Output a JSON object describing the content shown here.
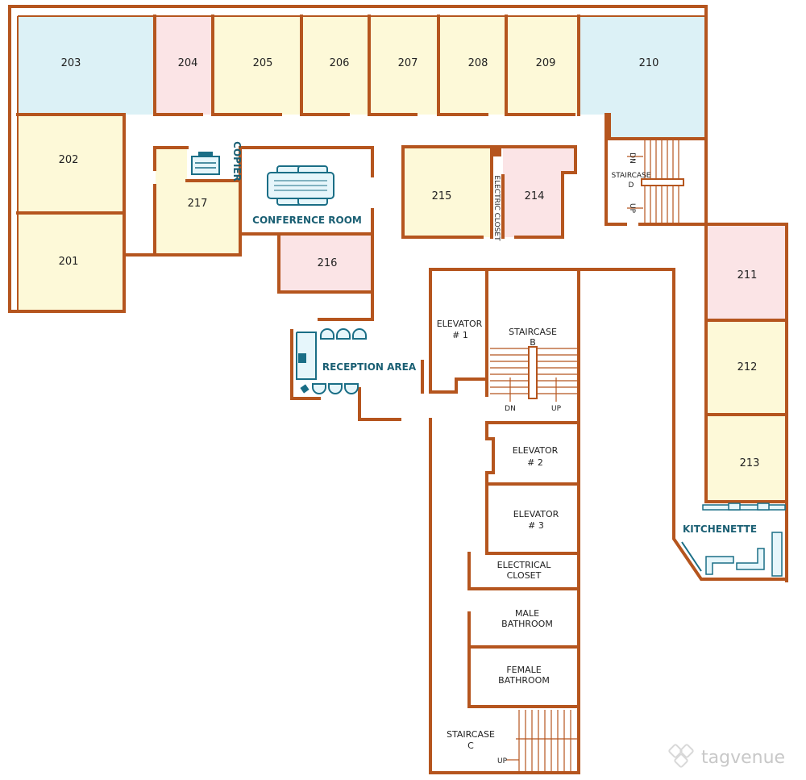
{
  "colors": {
    "wall": "#b5551e",
    "office_yellow": "#fdf9d8",
    "office_pink": "#fbe4e6",
    "office_blue": "#dcf1f6",
    "furniture": "#1a6e86"
  },
  "rooms": {
    "r201": "201",
    "r202": "202",
    "r203": "203",
    "r204": "204",
    "r205": "205",
    "r206": "206",
    "r207": "207",
    "r208": "208",
    "r209": "209",
    "r210": "210",
    "r211": "211",
    "r212": "212",
    "r213": "213",
    "r214": "214",
    "r215": "215",
    "r216": "216",
    "r217": "217"
  },
  "labels": {
    "copier": "COPIER",
    "conference": "CONFERENCE ROOM",
    "reception": "RECEPTION AREA",
    "kitchenette": "KITCHENETTE",
    "electric_closet_small": "ELECTRIC CLOSET",
    "elevator1_a": "ELEVATOR",
    "elevator1_b": "# 1",
    "staircaseB_a": "STAIRCASE",
    "staircaseB_b": "B",
    "elevator2_a": "ELEVATOR",
    "elevator2_b": "# 2",
    "elevator3_a": "ELEVATOR",
    "elevator3_b": "# 3",
    "elec_a": "ELECTRICAL",
    "elec_b": "CLOSET",
    "male_a": "MALE",
    "male_b": "BATHROOM",
    "female_a": "FEMALE",
    "female_b": "BATHROOM",
    "staircaseC_a": "STAIRCASE",
    "staircaseC_b": "C",
    "staircaseD_a": "STAIRCASE",
    "staircaseD_b": "D",
    "dn": "DN",
    "up": "UP"
  },
  "watermark": "tagvenue",
  "watermark_icon": "tagvenue-logo-icon"
}
